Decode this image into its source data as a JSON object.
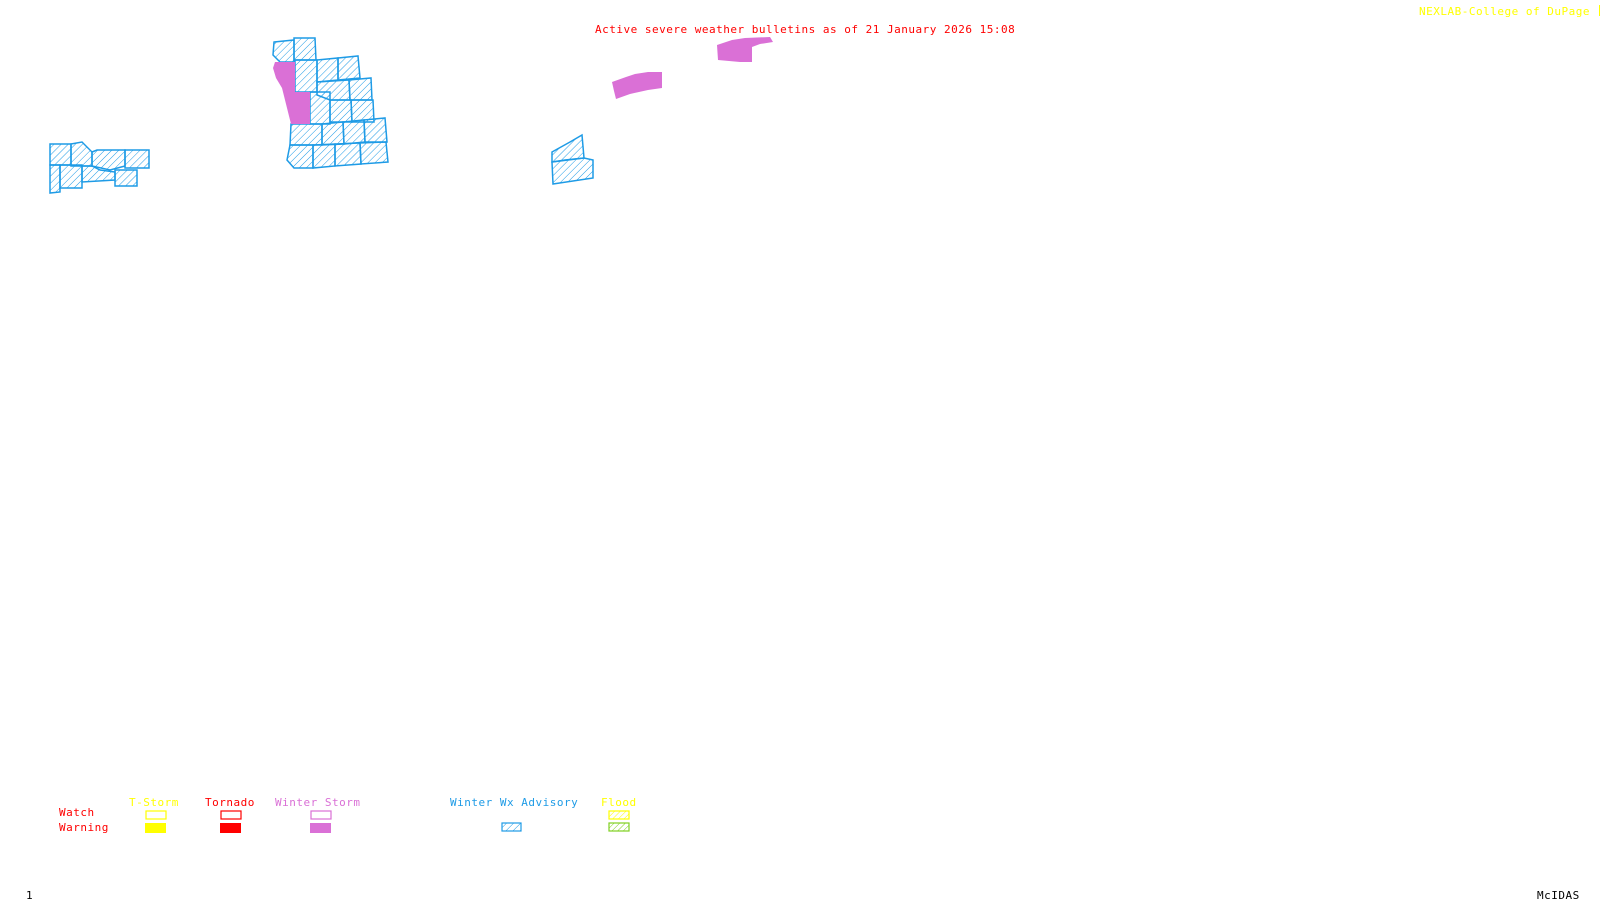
{
  "header": {
    "title": "Active severe weather bulletins as of 21 January 2026 15:08",
    "credit": "NEXLAB-College of DuPage",
    "credit_icon": "nexlab-logo-icon"
  },
  "colors": {
    "title": "#ff0000",
    "credit": "#ffff00",
    "tstorm": "#ffff00",
    "tornado": "#ff0000",
    "winter_storm": "#da70d6",
    "winter_wx_advisory": "#1e9be6",
    "flood_watch": "#ffff00",
    "flood_warning": "#7fd020",
    "footer": "#000000"
  },
  "legend": {
    "row_labels": {
      "watch": "Watch",
      "warning": "Warning"
    },
    "categories": [
      {
        "label": "T-Storm",
        "watch_style": "outline",
        "warning_style": "filled"
      },
      {
        "label": "Tornado",
        "watch_style": "outline",
        "warning_style": "filled"
      },
      {
        "label": "Winter Storm",
        "watch_style": "outline",
        "warning_style": "filled"
      },
      {
        "label": "Winter Wx Advisory",
        "watch_style": "none",
        "warning_style": "hatched"
      },
      {
        "label": "Flood",
        "watch_style": "hatched",
        "warning_style": "hatched"
      }
    ]
  },
  "map": {
    "areas": [
      {
        "type": "Winter Wx Advisory",
        "region": "west-cluster"
      },
      {
        "type": "Winter Wx Advisory",
        "region": "upper-midwest-cluster"
      },
      {
        "type": "Winter Storm Warning",
        "region": "upper-midwest-west-edge"
      },
      {
        "type": "Winter Wx Advisory",
        "region": "central-small-cluster"
      },
      {
        "type": "Winter Storm Warning",
        "region": "north-central-1"
      },
      {
        "type": "Winter Storm Warning",
        "region": "north-central-2"
      }
    ]
  },
  "footer": {
    "frame_number": "1",
    "software": "McIDAS"
  }
}
